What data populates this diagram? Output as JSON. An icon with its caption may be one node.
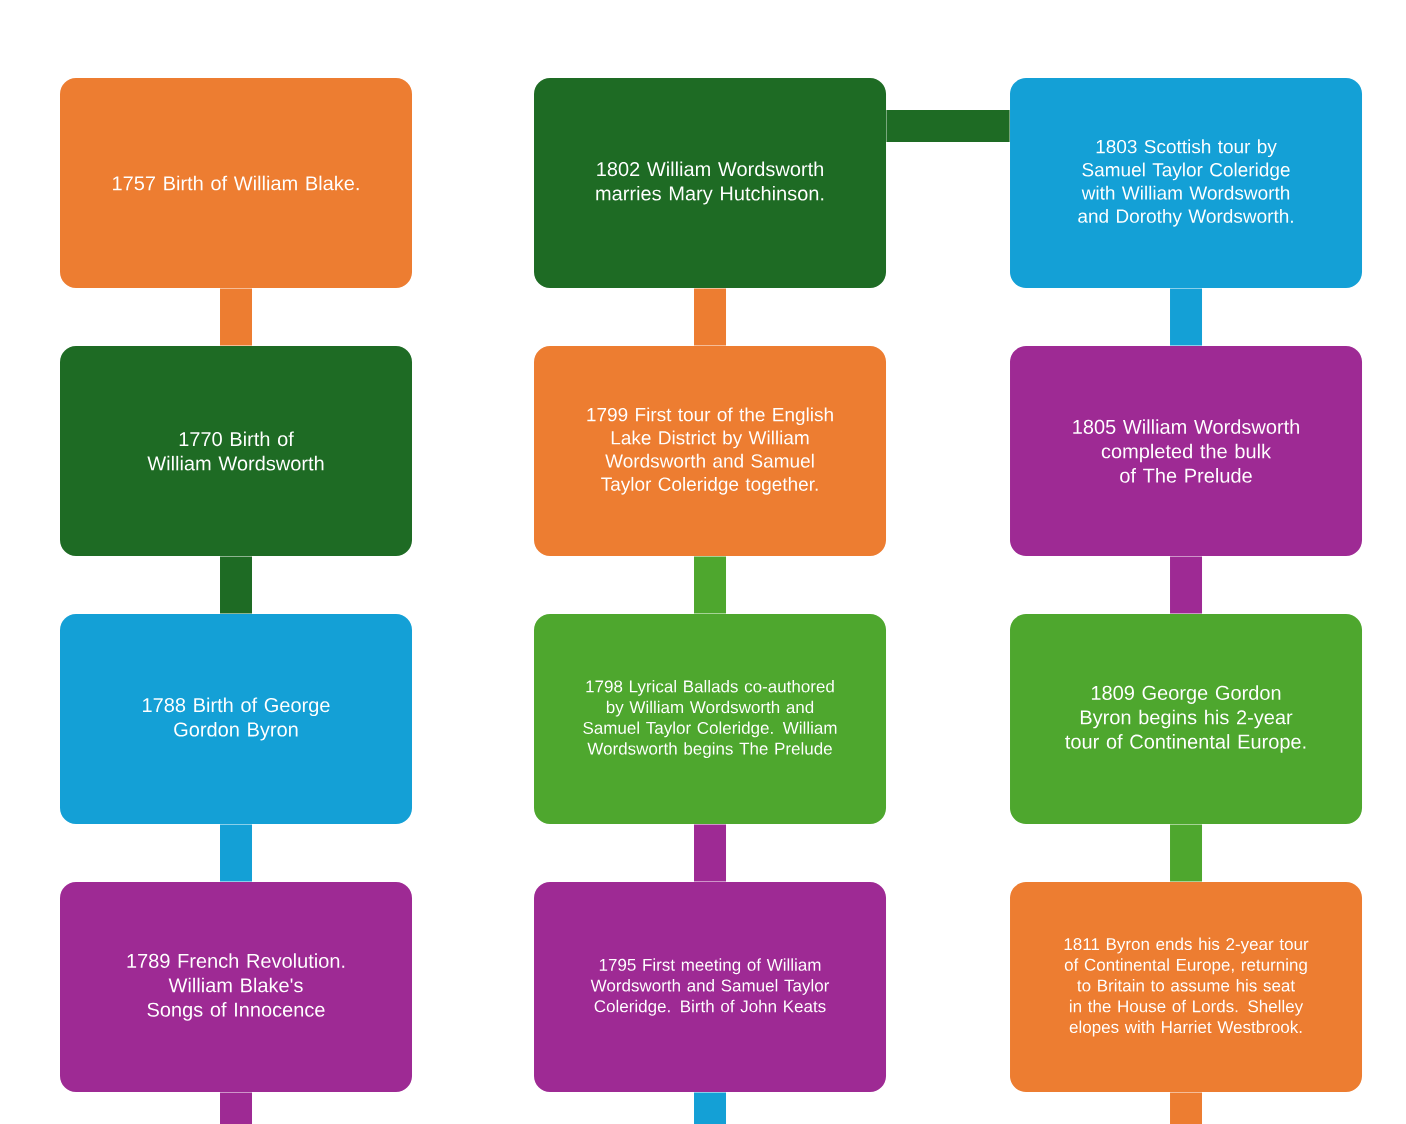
{
  "diagram": {
    "nodes": [
      {
        "text": [
          "1757 Birth of William Blake."
        ]
      },
      {
        "text": [
          "1770 Birth of William Wordsworth"
        ]
      },
      {
        "text": [
          "1788 Birth of George Gordon Byron"
        ]
      },
      {
        "text": [
          "1789 French Revolution. William Blake's Songs of Innocence"
        ]
      },
      {
        "text": [
          "1802 William Wordsworth marries Mary Hutchinson."
        ]
      },
      {
        "text": [
          "1799 First tour of the English Lake District by William Wordsworth and Samuel Taylor Coleridge together."
        ]
      },
      {
        "text": [
          "1798 Lyrical Ballads co-authored by William Wordsworth and Samuel Taylor Coleridge. William Wordsworth begins The Prelude"
        ]
      },
      {
        "text": [
          "1795 First meeting of William Wordsworth and Samuel Taylor Coleridge. Birth of John Keats"
        ]
      },
      {
        "text": [
          "1803 Scottish tour by Samuel Taylor Coleridge with William Wordsworth and Dorothy Wordsworth."
        ]
      },
      {
        "text": [
          "1805 William Wordsworth completed the bulk of The Prelude"
        ]
      },
      {
        "text": [
          "1809 George Gordon Byron begins his 2-year tour of Continental Europe."
        ]
      },
      {
        "text": [
          "1811 Byron ends his 2-year tour of Continental Europe, returning to Britain to assume his seat in the House of Lords. Shelley elopes with Harriet Westbrook."
        ]
      }
    ],
    "edges": [
      {
        "from": 0,
        "to": 1,
        "arrow": "none",
        "color": "#ed7d31"
      },
      {
        "from": 1,
        "to": 2,
        "arrow": "none",
        "color": "#1e6b24"
      },
      {
        "from": 2,
        "to": 3,
        "arrow": "none",
        "color": "#14a0d6"
      },
      {
        "from": 3,
        "to": null,
        "arrow": "none",
        "color": "#9e2a94"
      },
      {
        "from": 4,
        "to": 5,
        "arrow": "none",
        "color": "#ed7d31"
      },
      {
        "from": 5,
        "to": 6,
        "arrow": "none",
        "color": "#4ea72e"
      },
      {
        "from": 6,
        "to": 7,
        "arrow": "none",
        "color": "#9e2a94"
      },
      {
        "from": 7,
        "to": null,
        "arrow": "none",
        "color": "#14a0d6"
      },
      {
        "from": 4,
        "to": 8,
        "arrow": "none",
        "color": "#1e6b24"
      },
      {
        "from": 8,
        "to": 9,
        "arrow": "none",
        "color": "#14a0d6"
      },
      {
        "from": 9,
        "to": 10,
        "arrow": "none",
        "color": "#9e2a94"
      },
      {
        "from": 10,
        "to": 11,
        "arrow": "none",
        "color": "#4ea72e"
      },
      {
        "from": 11,
        "to": null,
        "arrow": "none",
        "color": "#ed7d31"
      }
    ]
  }
}
